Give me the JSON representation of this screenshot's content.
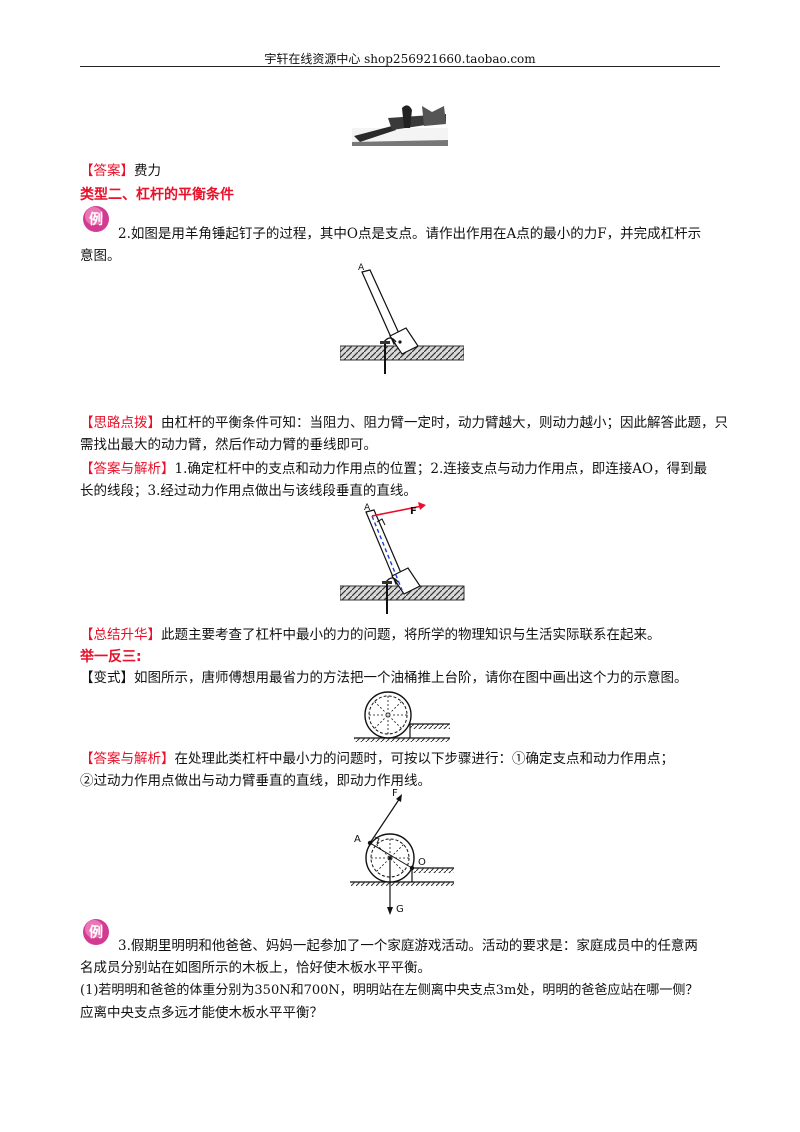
{
  "header": {
    "text": "宇轩在线资源中心   shop256921660.taobao.com"
  },
  "answer1": {
    "tag": "【答案】",
    "text": "费力"
  },
  "section2": {
    "title": "类型二、杠杆的平衡条件"
  },
  "example_badge": "例",
  "ex2": {
    "line1": "2.如图是用羊角锤起钉子的过程，其中O点是支点。请作出作用在A点的最小的力F，并完成杠杆示",
    "line2": "意图。",
    "fig_label_A": "A"
  },
  "hint": {
    "tag": "【思路点拨】",
    "line1": "由杠杆的平衡条件可知：当阻力、阻力臂一定时，动力臂越大，则动力越小；因此解答此题，只",
    "line2": "需找出最大的动力臂，然后作动力臂的垂线即可。"
  },
  "solution2": {
    "tag": "【答案与解析】",
    "line1": "1.确定杠杆中的支点和动力作用点的位置；2.连接支点与动力作用点，即连接AO，得到最",
    "line2": "长的线段；3.经过动力作用点做出与该线段垂直的直线。",
    "fig_label_A": "A",
    "fig_label_F": "F"
  },
  "summary": {
    "tag": "【总结升华】",
    "text": "此题主要考查了杠杆中最小的力的问题，将所学的物理知识与生活实际联系在起来。"
  },
  "jyfs": {
    "title": "举一反三:"
  },
  "variant": {
    "tag": "【变式】",
    "text": "如图所示，唐师傅想用最省力的方法把一个油桶推上台阶，请你在图中画出这个力的示意图。"
  },
  "solution3": {
    "tag": "【答案与解析】",
    "line1": "在处理此类杠杆中最小力的问题时，可按以下步骤进行：①确定支点和动力作用点；",
    "line2": "②过动力作用点做出与动力臂垂直的直线，即动力作用线。",
    "fig_label_F": "F",
    "fig_label_A": "A",
    "fig_label_O": "O",
    "fig_label_G": "G"
  },
  "ex3": {
    "line1": "3.假期里明明和他爸爸、妈妈一起参加了一个家庭游戏活动。活动的要求是：家庭成员中的任意两",
    "line2": "名成员分别站在如图所示的木板上，恰好使木板水平平衡。",
    "line3": "(1)若明明和爸爸的体重分别为350N和700N，明明站在左侧离中央支点3m处，明明的爸爸应站在哪一侧？",
    "line4": "应离中央支点多远才能使木板水平平衡？"
  }
}
